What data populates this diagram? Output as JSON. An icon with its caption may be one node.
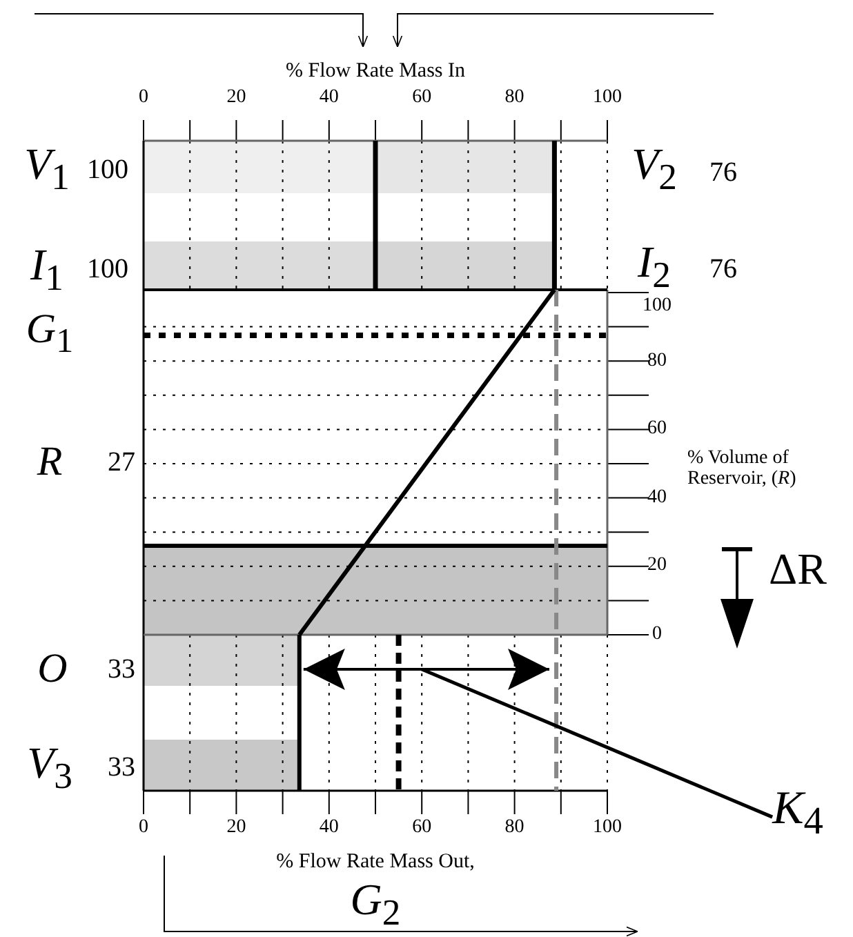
{
  "diagram": {
    "nodes": [
      {
        "text": [],
        "shape": "arrow"
      },
      {
        "text": [
          "*K*$_{4}$"
        ]
      }
    ],
    "edges": [
      {
        "from": 1,
        "to": 0,
        "arrow": "none"
      }
    ],
    "labels": [
      "% Flow Rate Mass In",
      "0",
      "20",
      "40",
      "60",
      "80",
      "100",
      "*V*$_{1}$",
      "100",
      "*V*$_{2}$",
      "76",
      "*I*$_{1}$",
      "100",
      "*I*$_{2}$",
      "76",
      "100",
      "*G*$_{1}$",
      "80",
      "60",
      "R",
      "27",
      "% Volume of Reservoir, (*R*)",
      "40",
      "20",
      "ΔR",
      "0",
      "*O*",
      "33",
      "*V*$_{3}$",
      "33",
      "0",
      "20",
      "40",
      "60",
      "80",
      "100",
      "% Flow Rate Mass Out,",
      "*G*$_{2}$"
    ]
  }
}
